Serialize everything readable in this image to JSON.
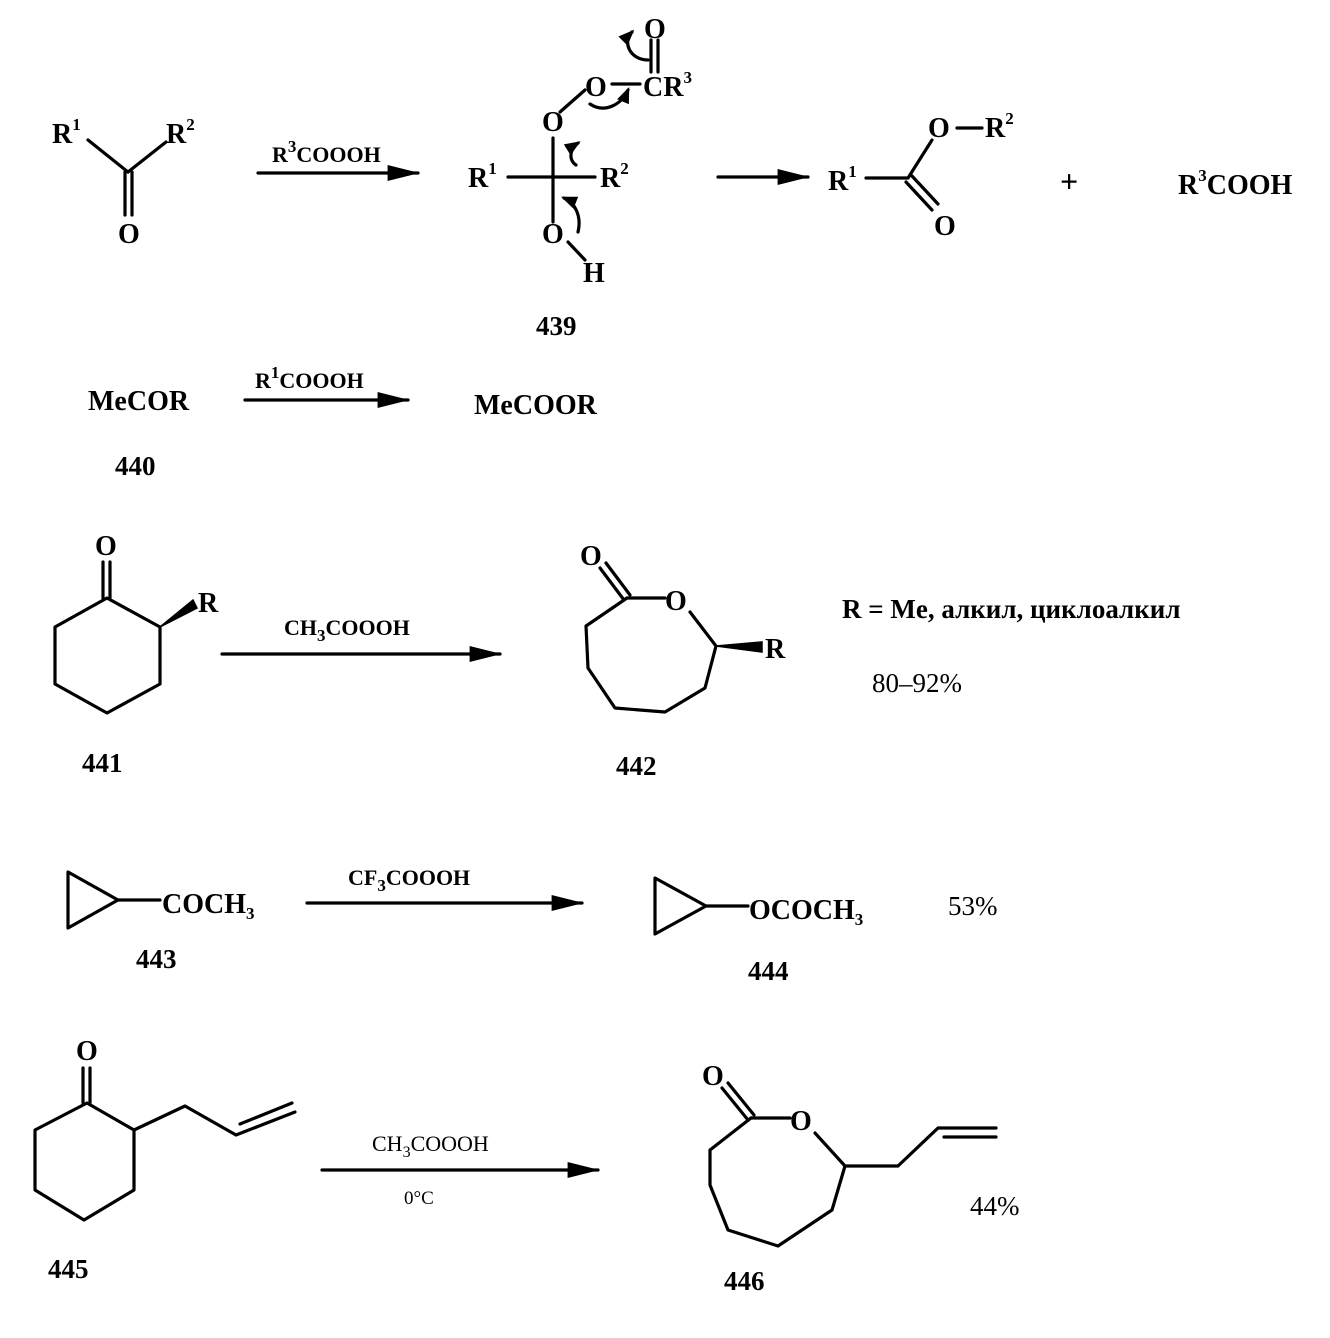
{
  "reaction1": {
    "reactant": {
      "r1": "R",
      "r1_sup": "1",
      "r2": "R",
      "r2_sup": "2",
      "o": "O"
    },
    "reagent": {
      "main": "R",
      "sup": "3",
      "rest": "COOOH"
    },
    "intermediate": {
      "label": "439",
      "r1": "R",
      "r1_sup": "1",
      "r2": "R",
      "r2_sup": "2",
      "o_top": "O",
      "o_peroxy": "O",
      "o_carbonyl": "O",
      "cr3": "CR",
      "cr3_sup": "3",
      "o_hydroxy": "O",
      "h": "H"
    },
    "product": {
      "r1": "R",
      "r1_sup": "1",
      "o_ester": "O",
      "r2": "R",
      "r2_sup": "2",
      "o_carbonyl": "O"
    },
    "plus": "+",
    "byproduct": {
      "r": "R",
      "sup": "3",
      "rest": "COOH"
    }
  },
  "reaction2": {
    "reactant": "MeCOR",
    "reactant_label": "440",
    "reagent": {
      "main": "R",
      "sup": "1",
      "rest": "COOOH"
    },
    "product": "MeCOOR"
  },
  "reaction3": {
    "reactant_label": "441",
    "reactant_o": "O",
    "reactant_r": "R",
    "reagent": {
      "a": "CH",
      "sub": "3",
      "b": "COOOH"
    },
    "product_label": "442",
    "product_o_carbonyl": "O",
    "product_o_ring": "O",
    "product_r": "R",
    "note": "R = Me, алкил, циклоалкил",
    "yield": "80–92%"
  },
  "reaction4": {
    "reactant_group": {
      "a": "COCH",
      "sub": "3"
    },
    "reactant_label": "443",
    "reagent": {
      "a": "CF",
      "sub": "3",
      "b": "COOOH"
    },
    "product_group": {
      "a": "OCOCH",
      "sub": "3"
    },
    "product_label": "444",
    "yield": "53%"
  },
  "reaction5": {
    "reactant_label": "445",
    "reactant_o": "O",
    "reagent": {
      "a": "CH",
      "sub": "3",
      "b": "COOOH"
    },
    "condition": "0°C",
    "product_label": "446",
    "product_o_carbonyl": "O",
    "product_o_ring": "O",
    "yield": "44%"
  }
}
